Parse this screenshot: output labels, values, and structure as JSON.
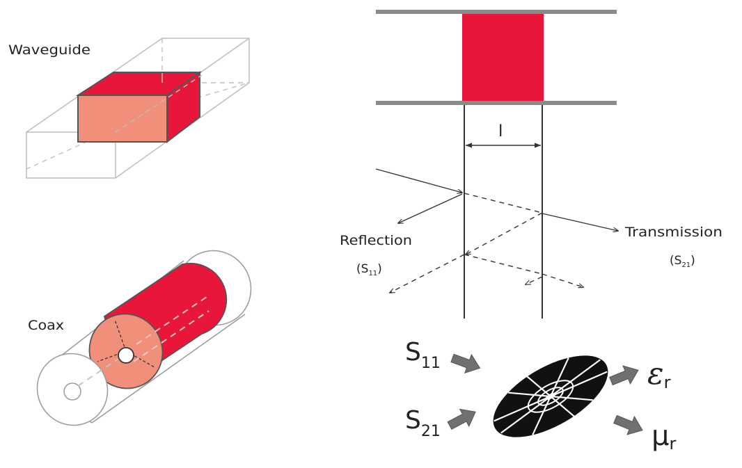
{
  "labels": {
    "waveguide": "Waveguide",
    "coax": "Coax",
    "reflection": "Reflection",
    "reflection_param": {
      "base": "(S",
      "sub": "11",
      "end": ")"
    },
    "transmission": "Transmission",
    "transmission_param": {
      "base": "(S",
      "sub": "21",
      "end": ")"
    },
    "length": "l"
  },
  "equation": {
    "s11": {
      "base": "S",
      "sub": "11"
    },
    "s21": {
      "base": "S",
      "sub": "21"
    },
    "epsilon": {
      "base": "ε",
      "sub": "r"
    },
    "mu": {
      "base": "μ",
      "sub": "r"
    }
  },
  "colors": {
    "sample_red": "#e8173a",
    "sample_face": "#f1907a",
    "plate_gray": "#8a8a8a",
    "outline": "#b9b9b9",
    "arrow_gray": "#707070"
  },
  "icons": {
    "computation": "disk-icon"
  }
}
